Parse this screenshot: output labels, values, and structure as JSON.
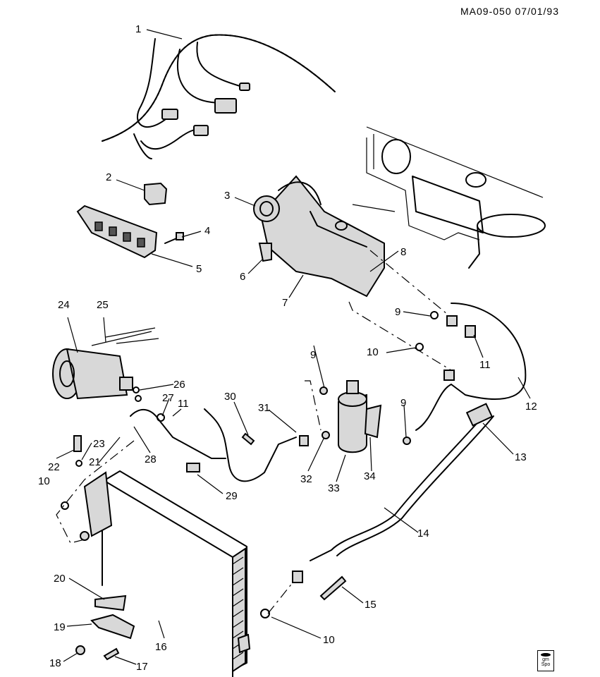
{
  "header": {
    "drawing_code": "MA09-050 07/01/93"
  },
  "logo": {
    "line1": "gm",
    "line2": "Spo"
  },
  "callouts": [
    {
      "key": "c1",
      "label": "1"
    },
    {
      "key": "c2",
      "label": "2"
    },
    {
      "key": "c3",
      "label": "3"
    },
    {
      "key": "c4",
      "label": "4"
    },
    {
      "key": "c5",
      "label": "5"
    },
    {
      "key": "c6",
      "label": "6"
    },
    {
      "key": "c7",
      "label": "7"
    },
    {
      "key": "c8",
      "label": "8"
    },
    {
      "key": "c9a",
      "label": "9"
    },
    {
      "key": "c9b",
      "label": "9"
    },
    {
      "key": "c9c",
      "label": "9"
    },
    {
      "key": "c10a",
      "label": "10"
    },
    {
      "key": "c10b",
      "label": "10"
    },
    {
      "key": "c10c",
      "label": "10"
    },
    {
      "key": "c11a",
      "label": "11"
    },
    {
      "key": "c11b",
      "label": "11"
    },
    {
      "key": "c12",
      "label": "12"
    },
    {
      "key": "c13",
      "label": "13"
    },
    {
      "key": "c14",
      "label": "14"
    },
    {
      "key": "c15",
      "label": "15"
    },
    {
      "key": "c16",
      "label": "16"
    },
    {
      "key": "c17",
      "label": "17"
    },
    {
      "key": "c18",
      "label": "18"
    },
    {
      "key": "c19",
      "label": "19"
    },
    {
      "key": "c20",
      "label": "20"
    },
    {
      "key": "c21",
      "label": "21"
    },
    {
      "key": "c22",
      "label": "22"
    },
    {
      "key": "c23",
      "label": "23"
    },
    {
      "key": "c24",
      "label": "24"
    },
    {
      "key": "c25",
      "label": "25"
    },
    {
      "key": "c26",
      "label": "26"
    },
    {
      "key": "c27",
      "label": "27"
    },
    {
      "key": "c28",
      "label": "28"
    },
    {
      "key": "c29",
      "label": "29"
    },
    {
      "key": "c30",
      "label": "30"
    },
    {
      "key": "c31",
      "label": "31"
    },
    {
      "key": "c32",
      "label": "32"
    },
    {
      "key": "c33",
      "label": "33"
    },
    {
      "key": "c34",
      "label": "34"
    }
  ]
}
